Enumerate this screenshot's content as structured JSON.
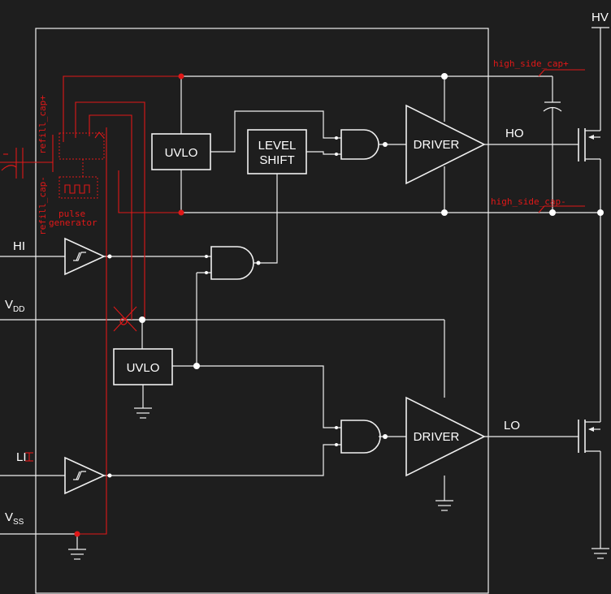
{
  "labels": {
    "hv": "HV",
    "ho": "HO",
    "lo": "LO",
    "hi": "HI",
    "li": "LI",
    "vdd_main": "V",
    "vdd_sub": "DD",
    "vss_main": "V",
    "vss_sub": "SS"
  },
  "blocks": {
    "uvlo_high": "UVLO",
    "uvlo_low": "UVLO",
    "level_shift_line1": "LEVEL",
    "level_shift_line2": "SHIFT",
    "driver_high": "DRIVER",
    "driver_low": "DRIVER"
  },
  "annotations": {
    "high_side_cap_plus": "high_side_cap+",
    "high_side_cap_minus": "high_side_cap-",
    "refill_cap_plus": "refill_cap+",
    "refill_cap_minus": "refill_cap-",
    "pulse_generator_line1": "pulse",
    "pulse_generator_line2": "generator"
  },
  "colors": {
    "background": "#1e1e1e",
    "wire": "#f0f0f0",
    "annotation": "#e01818"
  }
}
